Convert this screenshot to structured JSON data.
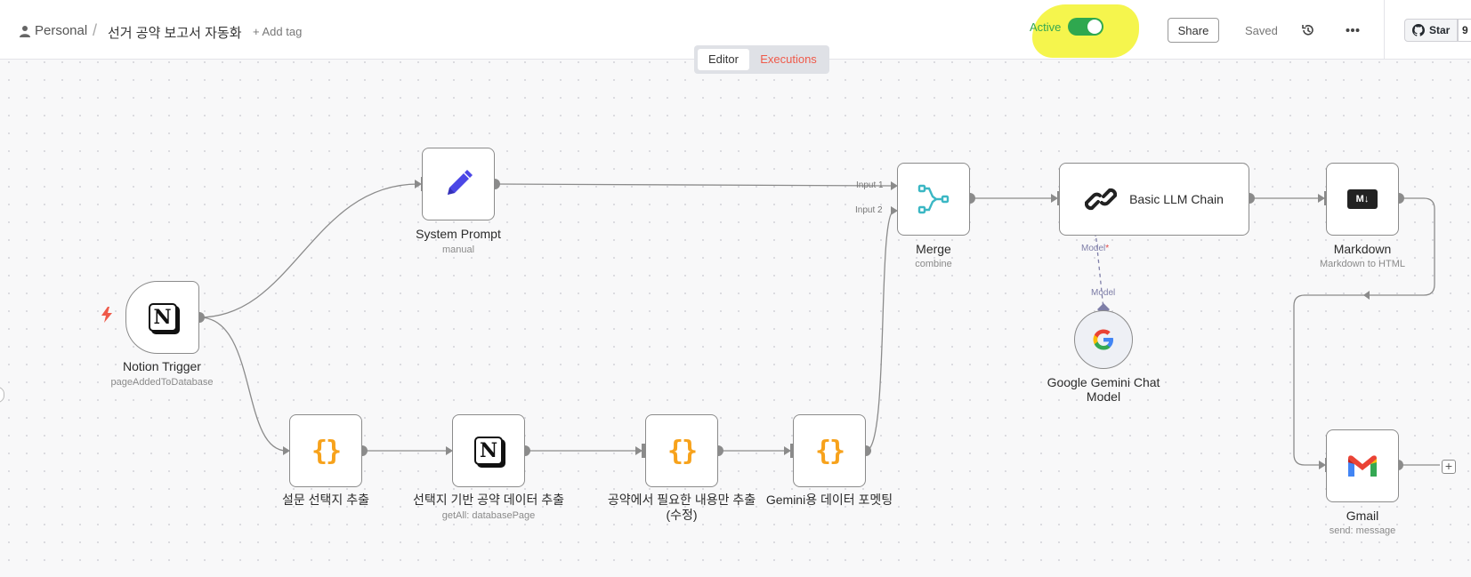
{
  "header": {
    "workspace": "Personal",
    "separator": "/",
    "workflow_title": "선거 공약 보고서 자동화",
    "add_tag": "+ Add tag",
    "active_label": "Active",
    "active": true,
    "share_label": "Share",
    "saved_label": "Saved",
    "star_label": "Star",
    "star_count": "9"
  },
  "tabs": [
    {
      "label": "Editor",
      "selected": true
    },
    {
      "label": "Executions",
      "selected": false
    }
  ],
  "colors": {
    "accent_green": "#2fa84f",
    "executions_red": "#ef5a4a",
    "code_orange": "#f7a21b",
    "merge_teal": "#3bb7c4",
    "pen_blue": "#4b47e6",
    "highlight_yellow": "#f4f43a"
  },
  "nodes": {
    "notion_trigger": {
      "name": "Notion Trigger",
      "subtitle": "pageAddedToDatabase",
      "icon": "notion-icon"
    },
    "system_prompt": {
      "name": "System Prompt",
      "subtitle": "manual",
      "icon": "pencil-icon"
    },
    "merge": {
      "name": "Merge",
      "subtitle": "combine",
      "icon": "merge-icon",
      "input1": "Input 1",
      "input2": "Input 2"
    },
    "llm_chain": {
      "name": "Basic LLM Chain",
      "model_port": "Model",
      "icon": "link-icon"
    },
    "gemini": {
      "name_line1": "Google Gemini Chat",
      "name_line2": "Model",
      "port": "Model",
      "icon": "google-icon"
    },
    "markdown": {
      "name": "Markdown",
      "subtitle": "Markdown to HTML",
      "icon": "markdown-icon"
    },
    "gmail": {
      "name": "Gmail",
      "subtitle": "send: message",
      "icon": "gmail-icon"
    },
    "code1": {
      "name": "설문 선택지 추출",
      "icon": "code-icon"
    },
    "notion_get": {
      "name": "선택지 기반 공약 데이터 추출",
      "subtitle": "getAll: databasePage",
      "icon": "notion-icon"
    },
    "code2": {
      "name_line1": "공약에서 필요한 내용만 추출",
      "name_line2": "(수정)",
      "icon": "code-icon"
    },
    "code3": {
      "name": "Gemini용 데이터 포멧팅",
      "icon": "code-icon"
    }
  },
  "glyphs": {
    "notion": "N",
    "curly": "{}",
    "markdown": "M↓",
    "google": "G",
    "gmail": "M",
    "plus": "+",
    "more": "•••"
  }
}
